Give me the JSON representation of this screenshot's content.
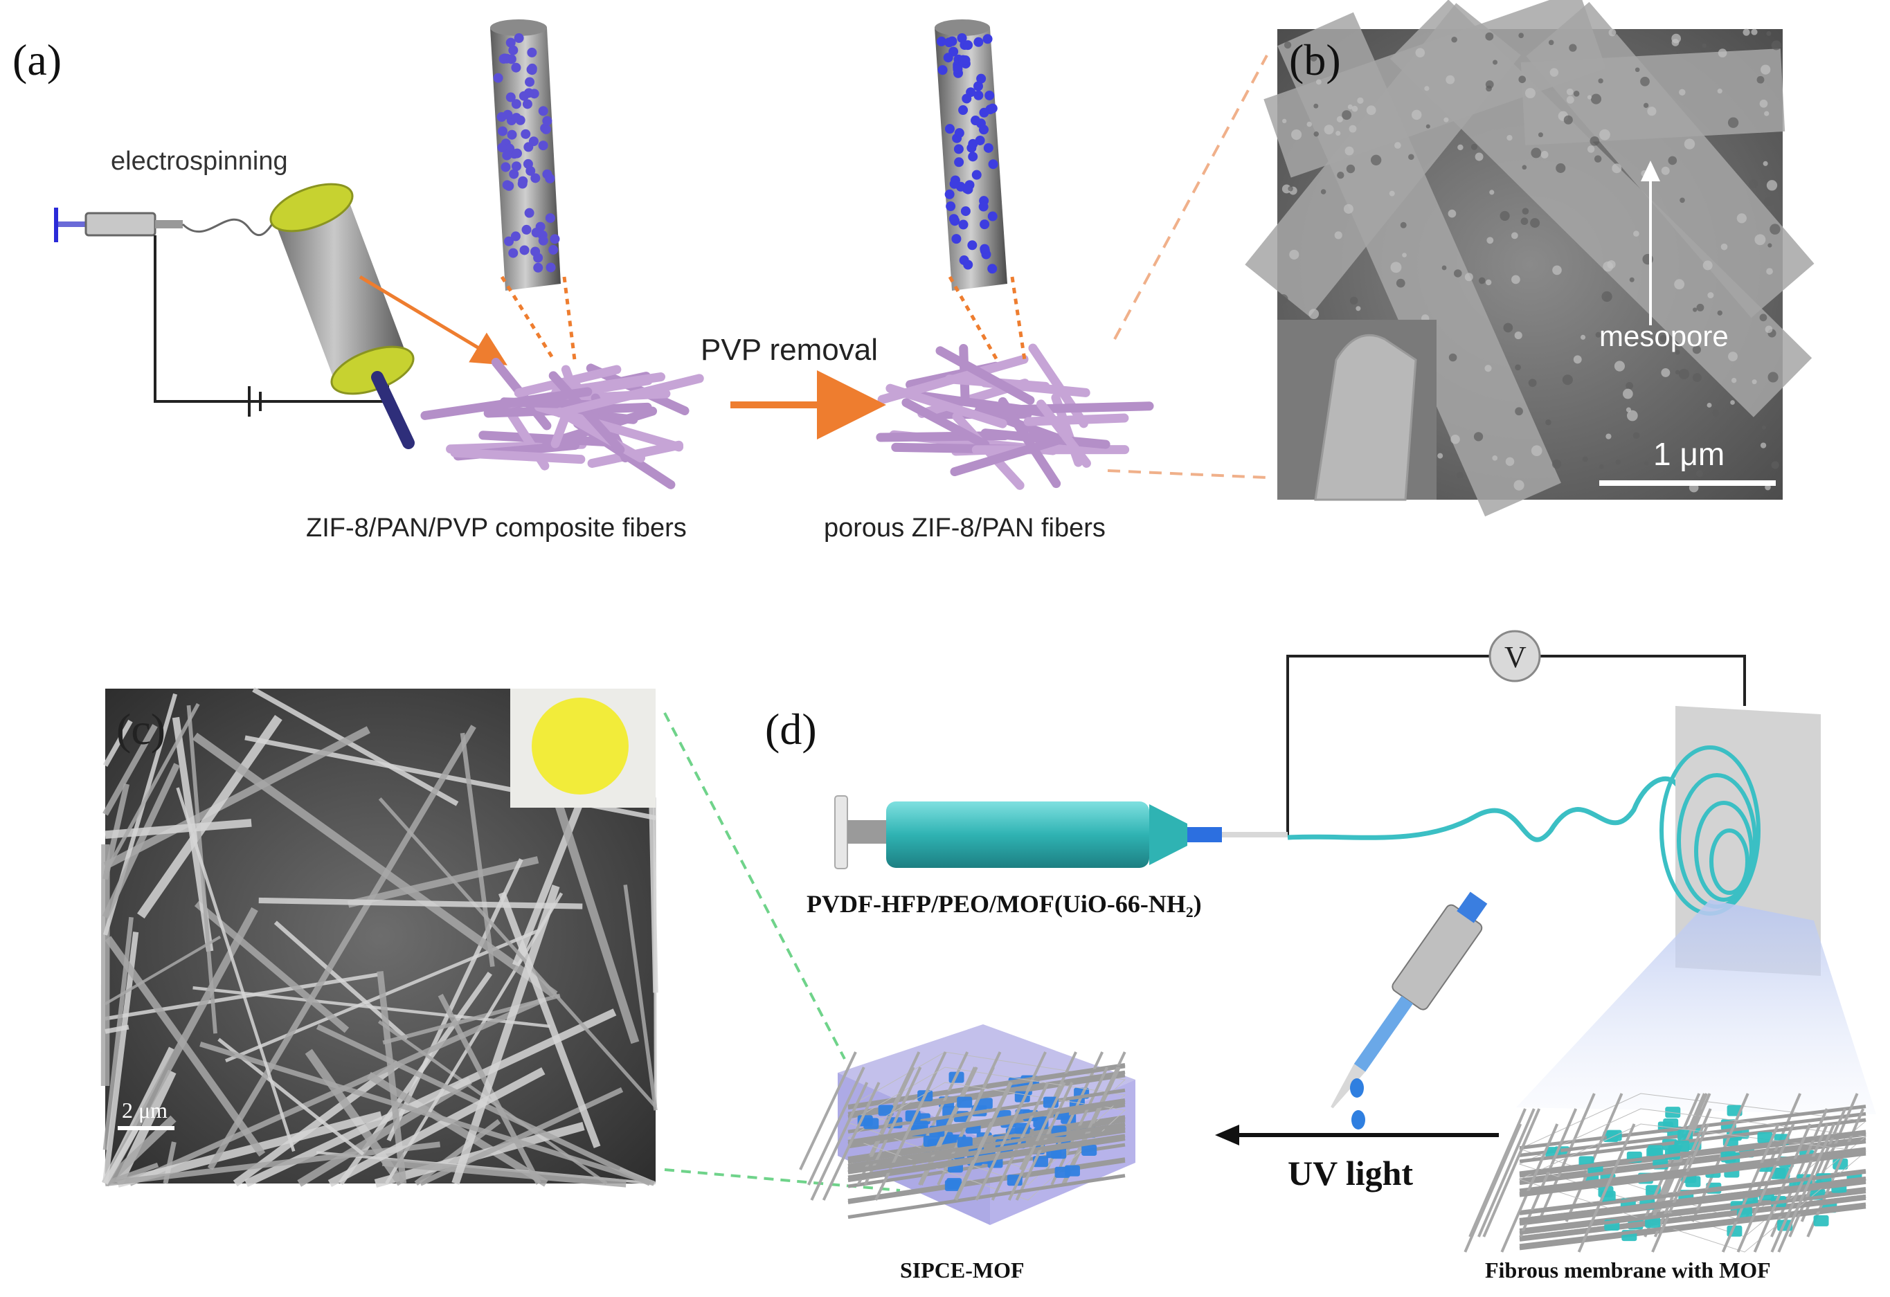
{
  "panel_a": {
    "label": "(a)",
    "electrospinning": "electrospinning",
    "pvp_removal": "PVP removal",
    "composite_caption": "ZIF-8/PAN/PVP composite fibers",
    "porous_caption": "porous ZIF-8/PAN fibers"
  },
  "panel_b": {
    "label": "(b)",
    "mesopore": "mesopore",
    "scale": "1 μm"
  },
  "panel_c": {
    "label": "(c)",
    "scale": "2 μm"
  },
  "panel_d": {
    "label": "(d)",
    "voltage": "V",
    "solution": "PVDF-HFP/PEO/MOF(UiO-66-NH₂)",
    "uv_light": "UV light",
    "sipce": "SIPCE-MOF",
    "membrane": "Fibrous membrane with MOF"
  },
  "colors": {
    "orange_arrow": "#ee7d2f",
    "fiber_purple": "#c6a4d6",
    "teal": "#3bbfc4",
    "mof_blue": "#2f7fe0",
    "guide_green": "#6fd38a"
  }
}
